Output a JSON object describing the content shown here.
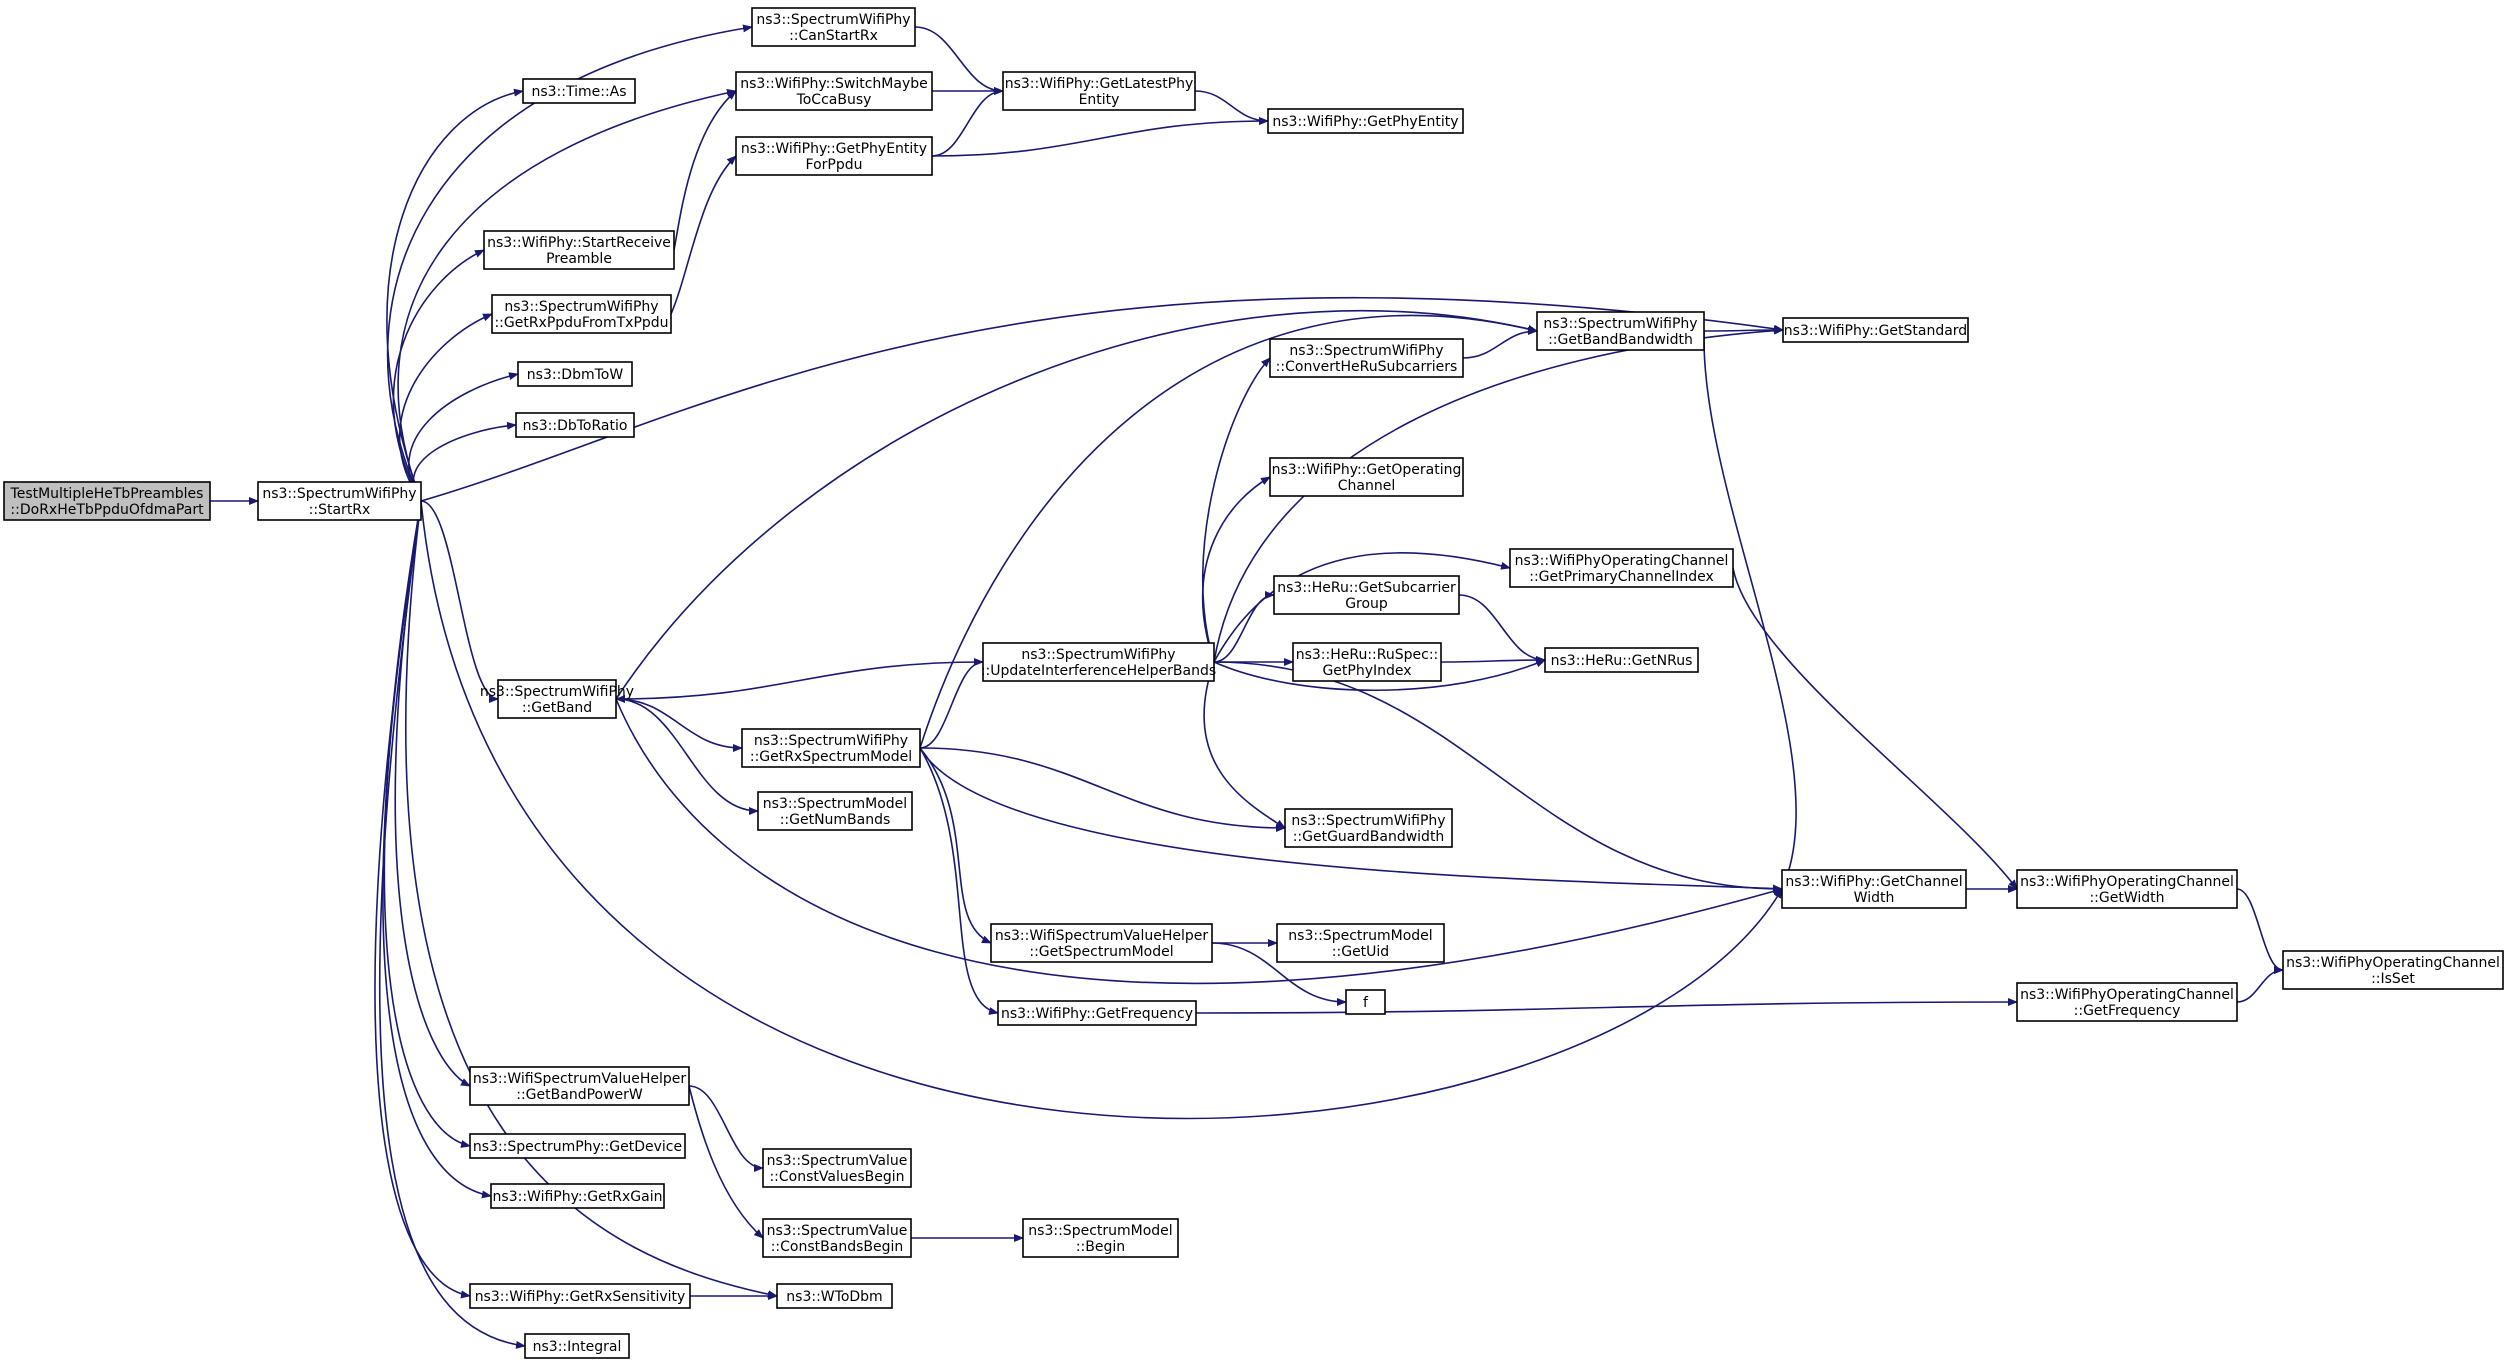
{
  "graph": {
    "colors": {
      "edge": "#191970",
      "root_fill": "#bfbfbf",
      "node_fill": "#ffffff",
      "border": "#000000"
    },
    "root": "root",
    "nodes": [
      {
        "id": "root",
        "lines": [
          "TestMultipleHeTbPreambles",
          "::DoRxHeTbPpduOfdmaPart"
        ]
      },
      {
        "id": "startrx",
        "lines": [
          "ns3::SpectrumWifiPhy",
          "::StartRx"
        ]
      },
      {
        "id": "canstartrx",
        "lines": [
          "ns3::SpectrumWifiPhy",
          "::CanStartRx"
        ]
      },
      {
        "id": "timeas",
        "lines": [
          "ns3::Time::As"
        ]
      },
      {
        "id": "switchmaybe",
        "lines": [
          "ns3::WifiPhy::SwitchMaybe",
          "ToCcaBusy"
        ]
      },
      {
        "id": "getphyentityforppdu",
        "lines": [
          "ns3::WifiPhy::GetPhyEntity",
          "ForPpdu"
        ]
      },
      {
        "id": "getlatestphy",
        "lines": [
          "ns3::WifiPhy::GetLatestPhy",
          "Entity"
        ]
      },
      {
        "id": "getphyentity",
        "lines": [
          "ns3::WifiPhy::GetPhyEntity"
        ]
      },
      {
        "id": "startreceivepreamble",
        "lines": [
          "ns3::WifiPhy::StartReceive",
          "Preamble"
        ]
      },
      {
        "id": "getrxppdu",
        "lines": [
          "ns3::SpectrumWifiPhy",
          "::GetRxPpduFromTxPpdu"
        ]
      },
      {
        "id": "dbmtow",
        "lines": [
          "ns3::DbmToW"
        ]
      },
      {
        "id": "dbtoratio",
        "lines": [
          "ns3::DbToRatio"
        ]
      },
      {
        "id": "getband",
        "lines": [
          "ns3::SpectrumWifiPhy",
          "::GetBand"
        ]
      },
      {
        "id": "getrxspectrummodel",
        "lines": [
          "ns3::SpectrumWifiPhy",
          "::GetRxSpectrumModel"
        ]
      },
      {
        "id": "getnumbands",
        "lines": [
          "ns3::SpectrumModel",
          "::GetNumBands"
        ]
      },
      {
        "id": "updateinterference",
        "lines": [
          "ns3::SpectrumWifiPhy",
          "::UpdateInterferenceHelperBands"
        ]
      },
      {
        "id": "convertheru",
        "lines": [
          "ns3::SpectrumWifiPhy",
          "::ConvertHeRuSubcarriers"
        ]
      },
      {
        "id": "getbandbandwidth",
        "lines": [
          "ns3::SpectrumWifiPhy",
          "::GetBandBandwidth"
        ]
      },
      {
        "id": "getstandard",
        "lines": [
          "ns3::WifiPhy::GetStandard"
        ]
      },
      {
        "id": "getoperatingchannel",
        "lines": [
          "ns3::WifiPhy::GetOperating",
          "Channel"
        ]
      },
      {
        "id": "getprimarychannelindex",
        "lines": [
          "ns3::WifiPhyOperatingChannel",
          "::GetPrimaryChannelIndex"
        ]
      },
      {
        "id": "getsubcarriergroup",
        "lines": [
          "ns3::HeRu::GetSubcarrier",
          "Group"
        ]
      },
      {
        "id": "getphyindex",
        "lines": [
          "ns3::HeRu::RuSpec::",
          "GetPhyIndex"
        ]
      },
      {
        "id": "getnrus",
        "lines": [
          "ns3::HeRu::GetNRus"
        ]
      },
      {
        "id": "getguardbandwidth",
        "lines": [
          "ns3::SpectrumWifiPhy",
          "::GetGuardBandwidth"
        ]
      },
      {
        "id": "getchannelwidth",
        "lines": [
          "ns3::WifiPhy::GetChannel",
          "Width"
        ]
      },
      {
        "id": "getwidth",
        "lines": [
          "ns3::WifiPhyOperatingChannel",
          "::GetWidth"
        ]
      },
      {
        "id": "isset",
        "lines": [
          "ns3::WifiPhyOperatingChannel",
          "::IsSet"
        ]
      },
      {
        "id": "getspectrummodel",
        "lines": [
          "ns3::WifiSpectrumValueHelper",
          "::GetSpectrumModel"
        ]
      },
      {
        "id": "getuid",
        "lines": [
          "ns3::SpectrumModel",
          "::GetUid"
        ]
      },
      {
        "id": "f",
        "lines": [
          "f"
        ]
      },
      {
        "id": "getfrequencyphy",
        "lines": [
          "ns3::WifiPhy::GetFrequency"
        ]
      },
      {
        "id": "getfrequencychan",
        "lines": [
          "ns3::WifiPhyOperatingChannel",
          "::GetFrequency"
        ]
      },
      {
        "id": "getbandpowerw",
        "lines": [
          "ns3::WifiSpectrumValueHelper",
          "::GetBandPowerW"
        ]
      },
      {
        "id": "getdevice",
        "lines": [
          "ns3::SpectrumPhy::GetDevice"
        ]
      },
      {
        "id": "getrxgain",
        "lines": [
          "ns3::WifiPhy::GetRxGain"
        ]
      },
      {
        "id": "constvaluesbegin",
        "lines": [
          "ns3::SpectrumValue",
          "::ConstValuesBegin"
        ]
      },
      {
        "id": "constbandsbegin",
        "lines": [
          "ns3::SpectrumValue",
          "::ConstBandsBegin"
        ]
      },
      {
        "id": "modelbegin",
        "lines": [
          "ns3::SpectrumModel",
          "::Begin"
        ]
      },
      {
        "id": "getrxsensitivity",
        "lines": [
          "ns3::WifiPhy::GetRxSensitivity"
        ]
      },
      {
        "id": "wtodbm",
        "lines": [
          "ns3::WToDbm"
        ]
      },
      {
        "id": "integral",
        "lines": [
          "ns3::Integral"
        ]
      }
    ],
    "edges": [
      [
        "root",
        "startrx"
      ],
      [
        "startrx",
        "canstartrx"
      ],
      [
        "startrx",
        "timeas"
      ],
      [
        "startrx",
        "switchmaybe"
      ],
      [
        "startrx",
        "startreceivepreamble"
      ],
      [
        "startrx",
        "getrxppdu"
      ],
      [
        "startrx",
        "dbmtow"
      ],
      [
        "startrx",
        "dbtoratio"
      ],
      [
        "startrx",
        "getstandard"
      ],
      [
        "startrx",
        "getband"
      ],
      [
        "startrx",
        "getchannelwidth"
      ],
      [
        "startrx",
        "getbandpowerw"
      ],
      [
        "startrx",
        "getdevice"
      ],
      [
        "startrx",
        "getrxgain"
      ],
      [
        "startrx",
        "getrxsensitivity"
      ],
      [
        "startrx",
        "wtodbm"
      ],
      [
        "startrx",
        "integral"
      ],
      [
        "canstartrx",
        "getlatestphy"
      ],
      [
        "switchmaybe",
        "getlatestphy"
      ],
      [
        "getlatestphy",
        "getphyentity"
      ],
      [
        "getphyentityforppdu",
        "getlatestphy"
      ],
      [
        "getphyentityforppdu",
        "getphyentity"
      ],
      [
        "startreceivepreamble",
        "switchmaybe"
      ],
      [
        "getrxppdu",
        "getphyentityforppdu"
      ],
      [
        "getband",
        "getbandbandwidth"
      ],
      [
        "getband",
        "getrxspectrummodel"
      ],
      [
        "getband",
        "getnumbands"
      ],
      [
        "getband",
        "getchannelwidth"
      ],
      [
        "getrxspectrummodel",
        "getbandbandwidth"
      ],
      [
        "getrxspectrummodel",
        "updateinterference"
      ],
      [
        "getrxspectrummodel",
        "getguardbandwidth"
      ],
      [
        "getrxspectrummodel",
        "getchannelwidth"
      ],
      [
        "getrxspectrummodel",
        "getspectrummodel"
      ],
      [
        "getrxspectrummodel",
        "getfrequencyphy"
      ],
      [
        "updateinterference",
        "getband"
      ],
      [
        "updateinterference",
        "convertheru"
      ],
      [
        "updateinterference",
        "getstandard"
      ],
      [
        "updateinterference",
        "getoperatingchannel"
      ],
      [
        "updateinterference",
        "getprimarychannelindex"
      ],
      [
        "updateinterference",
        "getsubcarriergroup"
      ],
      [
        "updateinterference",
        "getphyindex"
      ],
      [
        "updateinterference",
        "getnrus"
      ],
      [
        "updateinterference",
        "getguardbandwidth"
      ],
      [
        "updateinterference",
        "getchannelwidth"
      ],
      [
        "convertheru",
        "getbandbandwidth"
      ],
      [
        "getbandbandwidth",
        "getstandard"
      ],
      [
        "getbandbandwidth",
        "getchannelwidth"
      ],
      [
        "getsubcarriergroup",
        "getnrus"
      ],
      [
        "getphyindex",
        "getnrus"
      ],
      [
        "getprimarychannelindex",
        "getwidth"
      ],
      [
        "getchannelwidth",
        "getwidth"
      ],
      [
        "getwidth",
        "isset"
      ],
      [
        "getfrequencychan",
        "isset"
      ],
      [
        "getfrequencyphy",
        "getfrequencychan"
      ],
      [
        "getspectrummodel",
        "getuid"
      ],
      [
        "getspectrummodel",
        "f"
      ],
      [
        "getbandpowerw",
        "constvaluesbegin"
      ],
      [
        "getbandpowerw",
        "constbandsbegin"
      ],
      [
        "constbandsbegin",
        "modelbegin"
      ],
      [
        "getrxsensitivity",
        "wtodbm"
      ]
    ]
  }
}
